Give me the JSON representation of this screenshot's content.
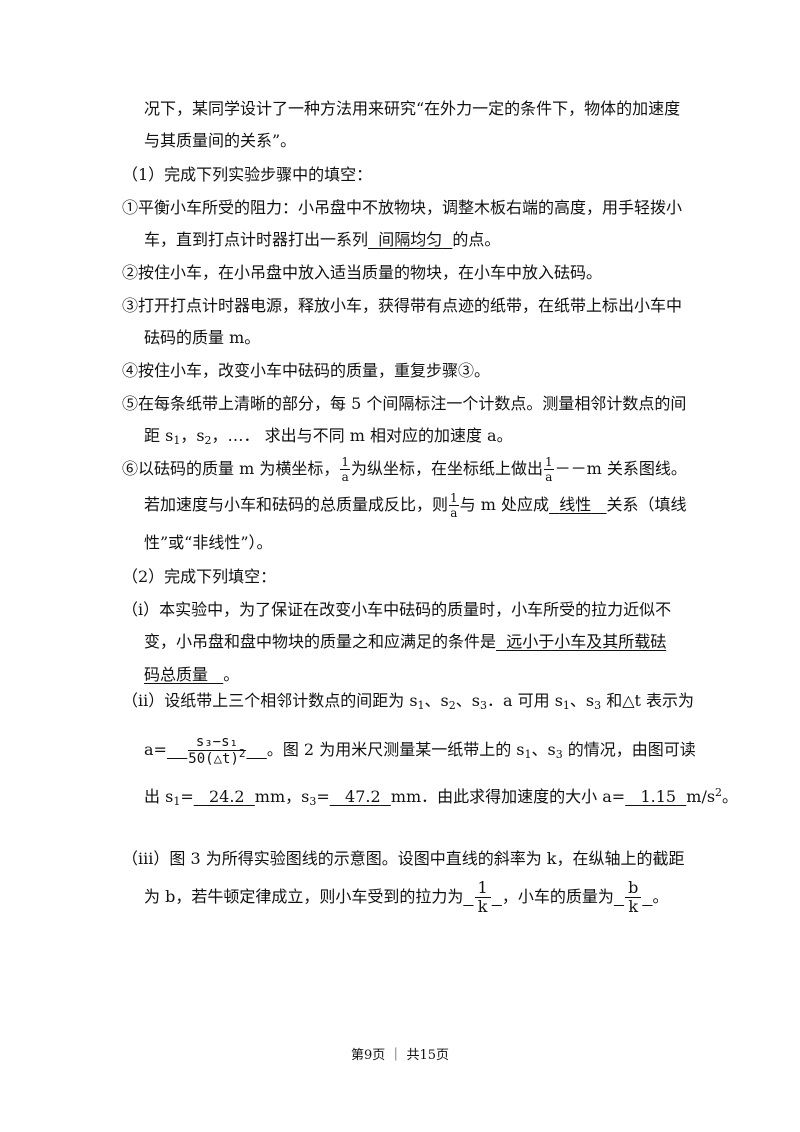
{
  "lines": {
    "l1": "况下，某同学设计了一种方法用来研究“在外力一定的条件下，物体的加速度",
    "l2": "与其质量间的关系”。",
    "l3": "（1）完成下列实验步骤中的填空：",
    "l4": "①平衡小车所受的阻力：小吊盘中不放物块，调整木板右端的高度，用手轻拨小",
    "l5a": "车，直到打点计时器打出一系列",
    "l5b": "间隔均匀",
    "l5c": "的点。",
    "l6": "②按住小车，在小吊盘中放入适当质量的物块，在小车中放入砝码。",
    "l7": "③打开打点计时器电源，释放小车，获得带有点迹的纸带，在纸带上标出小车中",
    "l8": "砝码的质量 m。",
    "l9": "④按住小车，改变小车中砝码的质量，重复步骤③。",
    "l10": "⑤在每条纸带上清晰的部分，每 5 个间隔标注一个计数点。测量相邻计数点的间",
    "l11a": "距 s",
    "l11b": "1",
    "l11c": "，s",
    "l11d": "2",
    "l11e": "，…． 求出与不同 m 相对应的加速度 a。",
    "l12a": "⑥以砝码的质量 m 为横坐标，",
    "l12b": "为纵坐标，在坐标纸上做出",
    "l12c": "－－m 关系图线。",
    "l13a": "若加速度与小车和砝码的总质量成反比，则",
    "l13b": "与 m 处应成",
    "l13c": "线性",
    "l13d": "关系（填线",
    "l14": "性”或“非线性”）。",
    "l15": "（2）完成下列填空：",
    "l16": "（i）本实验中，为了保证在改变小车中砝码的质量时，小车所受的拉力近似不",
    "l17a": "变，小吊盘和盘中物块的质量之和应满足的条件是",
    "l17b": "远小于小车及其所载砝",
    "l18a": "码总质量",
    "l18b": "。",
    "l19a": "（ii）设纸带上三个相邻计数点的间距为 s",
    "l19b": "1",
    "l19c": "、s",
    "l19d": "2",
    "l19e": "、s",
    "l19f": "3",
    "l19g": "．a 可用 s",
    "l19h": "1",
    "l19i": "、s",
    "l19j": "3",
    "l19k": " 和△t 表示为",
    "l20a": "a=",
    "l20b": "。图 2 为用米尺测量某一纸带上的 s",
    "l20c": "1",
    "l20d": "、s",
    "l20e": "3",
    "l20f": " 的情况，由图可读",
    "l21a": "出 s",
    "l21b": "1",
    "l21c": "=",
    "l21d": "24.2",
    "l21e": "mm，s",
    "l21f": "3",
    "l21g": "=",
    "l21h": "47.2",
    "l21i": "mm．由此求得加速度的大小 a=",
    "l21j": "1.15",
    "l21k": "m/s",
    "l21l": "2",
    "l21m": "。",
    "l22": "（iii）图 3 为所得实验图线的示意图。设图中直线的斜率为 k，在纵轴上的截距",
    "l23a": "为 b，若牛顿定律成立，则小车受到的拉力为",
    "l23b": "，小车的质量为",
    "l23c": "。"
  },
  "fractions": {
    "inv_a": {
      "num": "1",
      "den": "a"
    },
    "accel_num": "s₃−s₁",
    "accel_den_a": "50(△t)",
    "accel_den_b": "2",
    "force": {
      "num": "1",
      "den": "k"
    },
    "mass": {
      "num": "b",
      "den": "k"
    }
  },
  "footer": "第9页 ｜ 共15页"
}
